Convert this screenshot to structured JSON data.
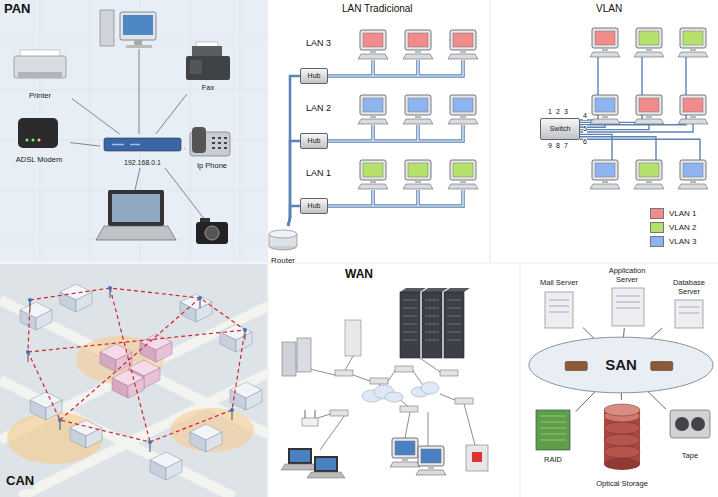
{
  "diagram": {
    "nodes": [
      {
        "text": [
          "192.168.0.1"
        ]
      },
      {
        "text": [
          "Printer"
        ]
      },
      {
        "text": [
          "Fax"
        ]
      },
      {
        "text": [
          "ADSL Modem"
        ]
      },
      {
        "text": [
          "Ip Phone"
        ]
      },
      {
        "text": [
          "Hub"
        ]
      },
      {
        "text": [
          "Hub"
        ]
      },
      {
        "text": [
          "Hub"
        ]
      },
      {
        "text": [
          "Router"
        ]
      },
      {
        "text": [
          "Switch"
        ]
      },
      {
        "text": [
          "Mail Server"
        ]
      },
      {
        "text": [
          "Application Server"
        ]
      },
      {
        "text": [
          "Database Server"
        ]
      },
      {
        "text": [
          "SAN"
        ]
      },
      {
        "text": [
          "RAID"
        ]
      },
      {
        "text": [
          "Optical Storage"
        ]
      },
      {
        "text": [
          "Tape"
        ]
      }
    ],
    "edges": [
      {
        "from": 0,
        "to": 1,
        "arrow": "none"
      },
      {
        "from": 0,
        "to": 2,
        "arrow": "none"
      },
      {
        "from": 0,
        "to": 3,
        "arrow": "none"
      },
      {
        "from": 0,
        "to": 4,
        "arrow": "none"
      },
      {
        "from": 5,
        "to": 8,
        "arrow": "none"
      },
      {
        "from": 6,
        "to": 8,
        "arrow": "none"
      },
      {
        "from": 7,
        "to": 8,
        "arrow": "none"
      },
      {
        "from": 10,
        "to": 13,
        "arrow": "none"
      },
      {
        "from": 11,
        "to": 13,
        "arrow": "none"
      },
      {
        "from": 12,
        "to": 13,
        "arrow": "none"
      },
      {
        "from": 14,
        "to": 13,
        "arrow": "none"
      },
      {
        "from": 15,
        "to": 13,
        "arrow": "none"
      },
      {
        "from": 16,
        "to": 13,
        "arrow": "none"
      }
    ],
    "labels": [
      "PAN",
      "LAN Tradicional",
      "LAN 3",
      "LAN 2",
      "LAN 1",
      "VLAN",
      "1",
      "2",
      "3",
      "4",
      "5",
      "6",
      "9",
      "8",
      "7",
      "CAN",
      "WAN"
    ],
    "legend": [
      {
        "text": "VLAN 1",
        "color": "#f28b8b"
      },
      {
        "text": "VLAN 2",
        "color": "#b5e06a"
      },
      {
        "text": "VLAN 3",
        "color": "#8db4ef"
      }
    ]
  }
}
